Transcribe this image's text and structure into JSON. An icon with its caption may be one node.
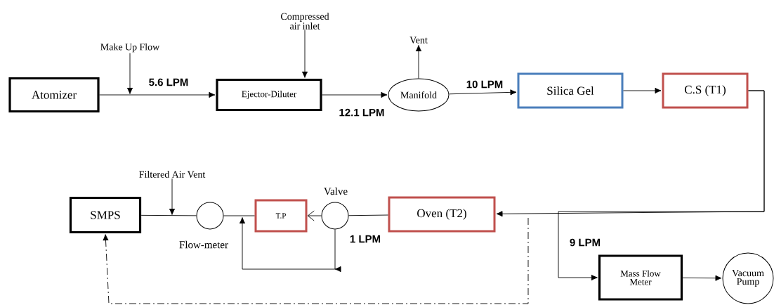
{
  "diagram": {
    "nodes": [
      {
        "text": [
          "Atomizer"
        ]
      },
      {
        "text": [
          "Ejector-Diluter"
        ]
      },
      {
        "text": [
          "Manifold"
        ]
      },
      {
        "text": [
          "Silica Gel"
        ]
      },
      {
        "text": [
          "C.S (T1)"
        ]
      },
      {
        "text": [
          "Oven (T2)"
        ]
      },
      {
        "text": [
          "T.P"
        ]
      },
      {
        "text": [],
        "shape": "circle",
        "beside": [
          "Valve"
        ]
      },
      {
        "text": [],
        "shape": "circle",
        "beside": [
          "Flow-meter"
        ]
      },
      {
        "text": [
          "SMPS"
        ]
      },
      {
        "text": [
          "Mass Flow Meter"
        ]
      },
      {
        "text": [
          "Vacuum Pump"
        ]
      },
      {
        "text": [
          "Make Up Flow"
        ]
      },
      {
        "text": [
          "Compressed air inlet"
        ]
      },
      {
        "text": [
          "Vent"
        ]
      },
      {
        "text": [
          "Filtered Air Vent"
        ]
      }
    ],
    "edges": [
      {
        "from": 0,
        "to": 1,
        "arrow": "to",
        "label": "5.6 LPM"
      },
      {
        "from": 1,
        "to": 2,
        "arrow": "to",
        "label": "12.1 LPM"
      },
      {
        "from": 2,
        "to": 3,
        "arrow": "to",
        "label": "10 LPM"
      },
      {
        "from": 3,
        "to": 4,
        "arrow": "to"
      },
      {
        "from": 4,
        "to": 5,
        "arrow": "to"
      },
      {
        "from": 4,
        "to": 10,
        "arrow": "to",
        "label": "9 LPM"
      },
      {
        "from": 5,
        "to": 7,
        "arrow": "none",
        "label": "1 LPM"
      },
      {
        "from": 7,
        "to": 6,
        "arrow": "to"
      },
      {
        "from": 7,
        "to": null,
        "arrow": "to"
      },
      {
        "from": 6,
        "to": 8,
        "arrow": "none"
      },
      {
        "from": 8,
        "to": 9,
        "arrow": "none"
      },
      {
        "from": 10,
        "to": 11,
        "arrow": "to"
      },
      {
        "from": null,
        "to": 9,
        "arrow": "to",
        "style": "dashed"
      },
      {
        "from": 12,
        "to": null,
        "arrow": "to"
      },
      {
        "from": 13,
        "to": 1,
        "arrow": "to"
      },
      {
        "from": 2,
        "to": 14,
        "arrow": "to"
      },
      {
        "from": 15,
        "to": null,
        "arrow": "to"
      }
    ]
  }
}
